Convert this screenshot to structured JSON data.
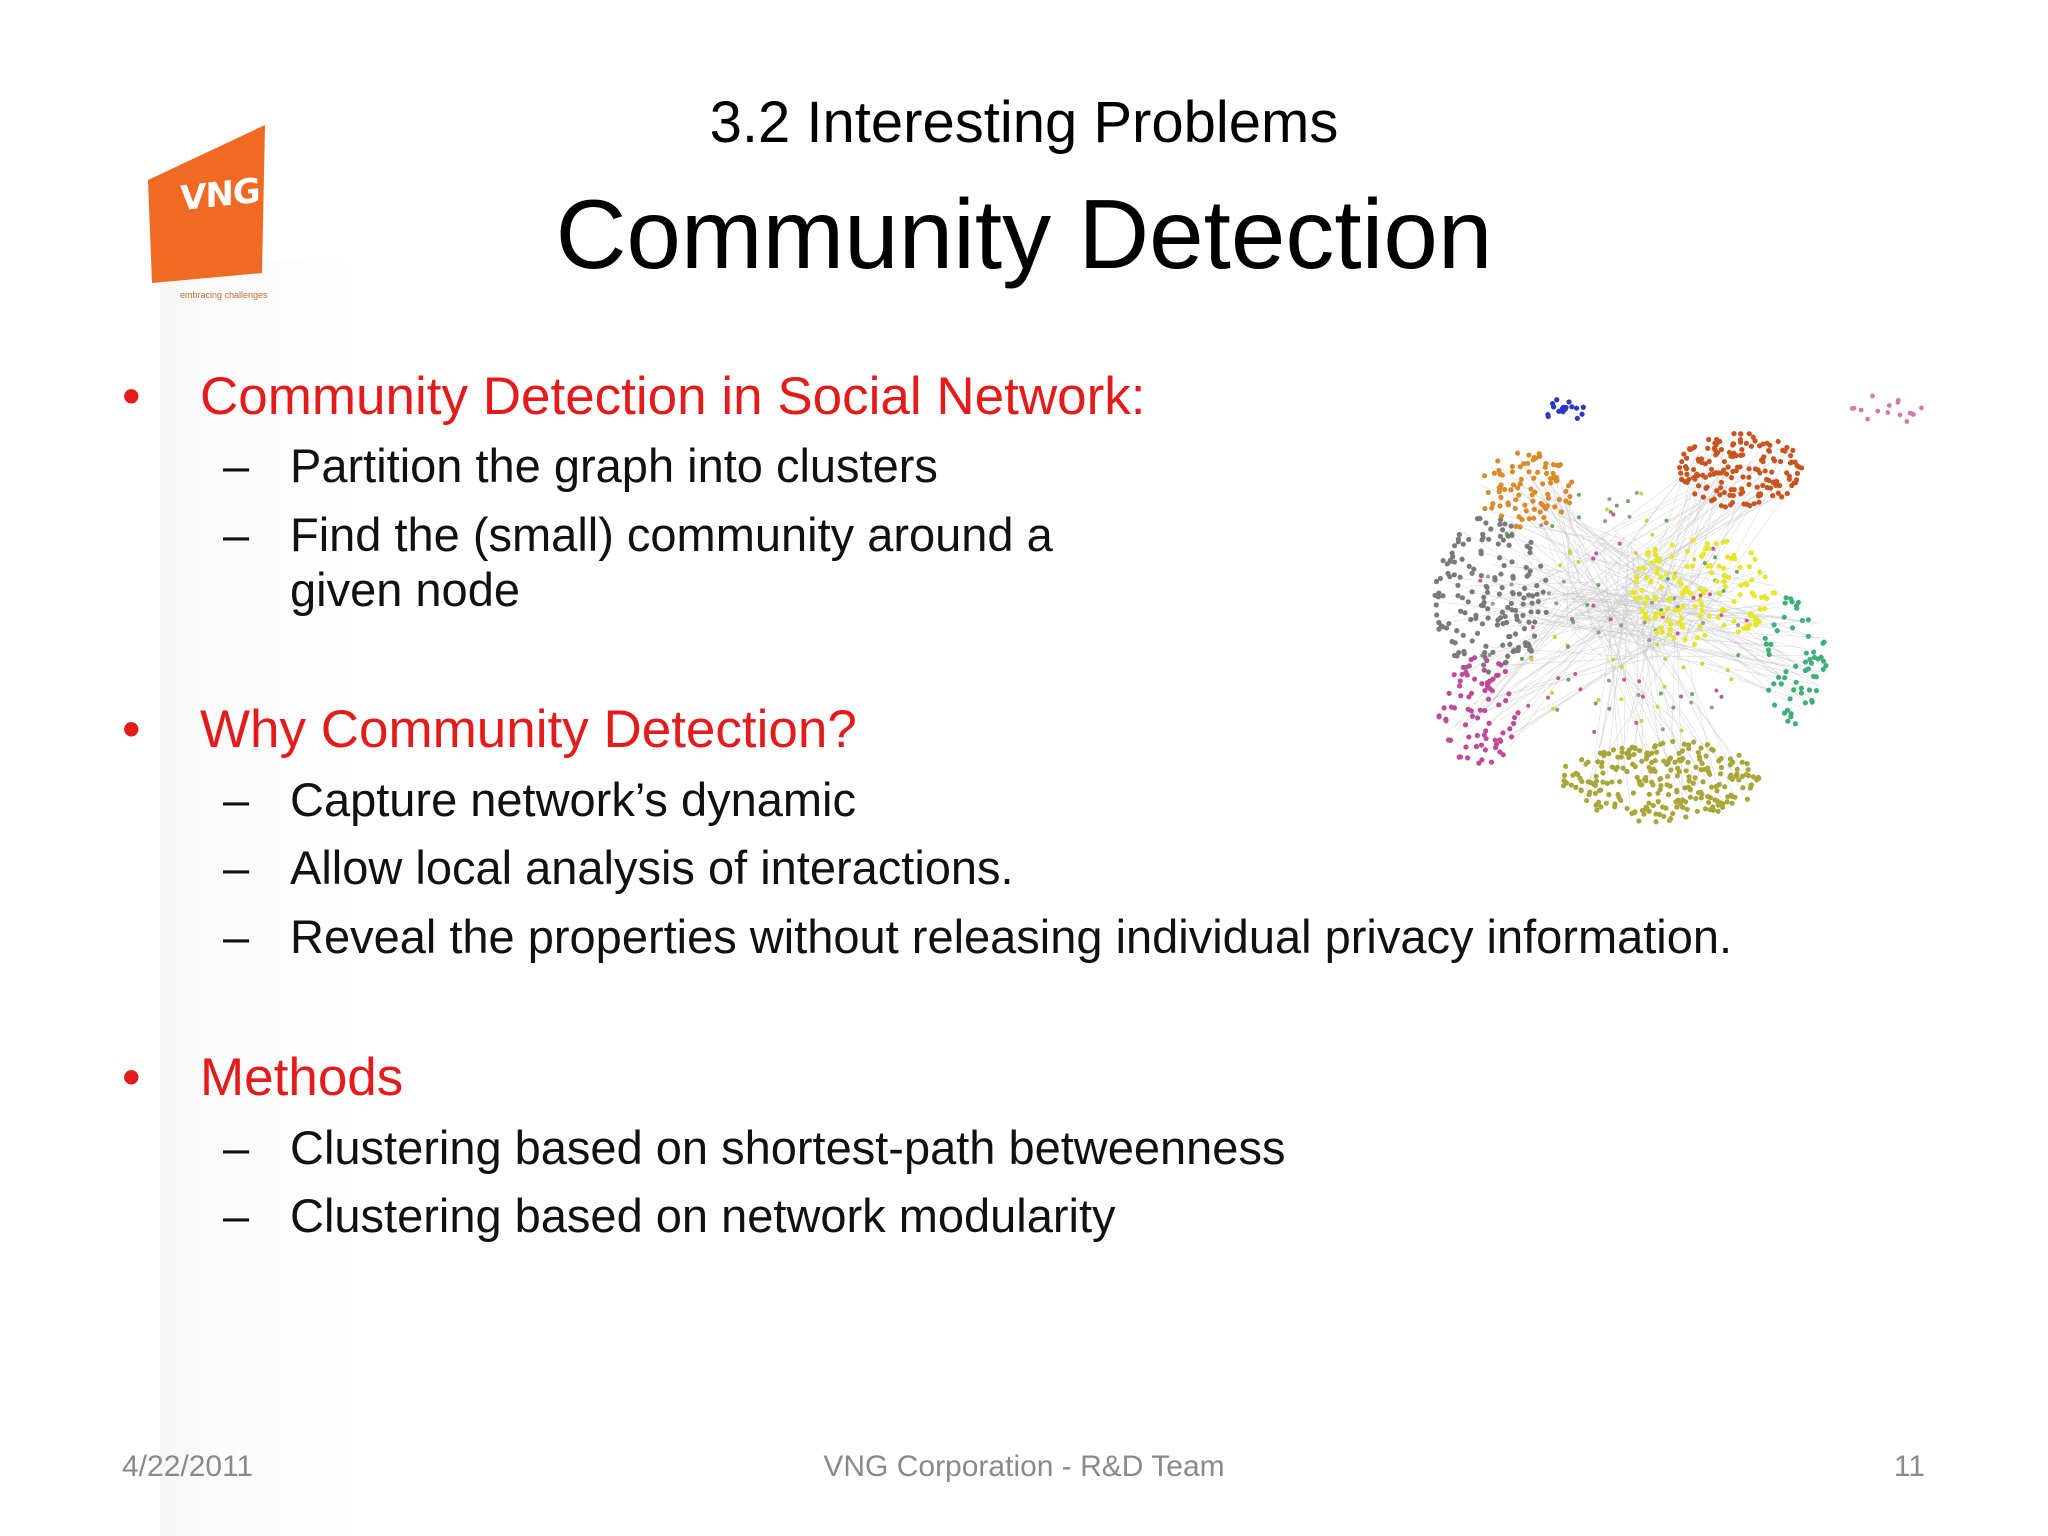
{
  "logo": {
    "text": "VNG",
    "tagline": "embracing challenges",
    "color": "#f06a23"
  },
  "header": {
    "subtitle": "3.2 Interesting Problems",
    "title": "Community Detection"
  },
  "sections": [
    {
      "heading": "Community Detection in Social Network:",
      "items": [
        "Partition the graph into clusters",
        "Find the (small) community around a given node"
      ]
    },
    {
      "heading": "Why Community Detection?",
      "items": [
        "Capture network’s dynamic",
        "Allow local analysis of interactions.",
        "Reveal the properties without releasing individual privacy information."
      ]
    },
    {
      "heading": "Methods",
      "items": [
        "Clustering based on shortest-path betweenness",
        "Clustering based on network modularity"
      ]
    }
  ],
  "bullet_glyph": "•",
  "dash_glyph": "–",
  "colors": {
    "heading": "#e31b1b",
    "body": "#111111",
    "footer": "#8a8a8a"
  },
  "graph": {
    "clusters": [
      {
        "color": "#c8541f"
      },
      {
        "color": "#e6e62a"
      },
      {
        "color": "#a9a63a"
      },
      {
        "color": "#7a7a7a"
      },
      {
        "color": "#d98a2a"
      },
      {
        "color": "#c04a9a"
      },
      {
        "color": "#3fb07a"
      },
      {
        "color": "#2a3ac0"
      },
      {
        "color": "#d47aa8"
      }
    ]
  },
  "footer": {
    "date": "4/22/2011",
    "center": "VNG Corporation - R&D Team",
    "page": "11"
  }
}
